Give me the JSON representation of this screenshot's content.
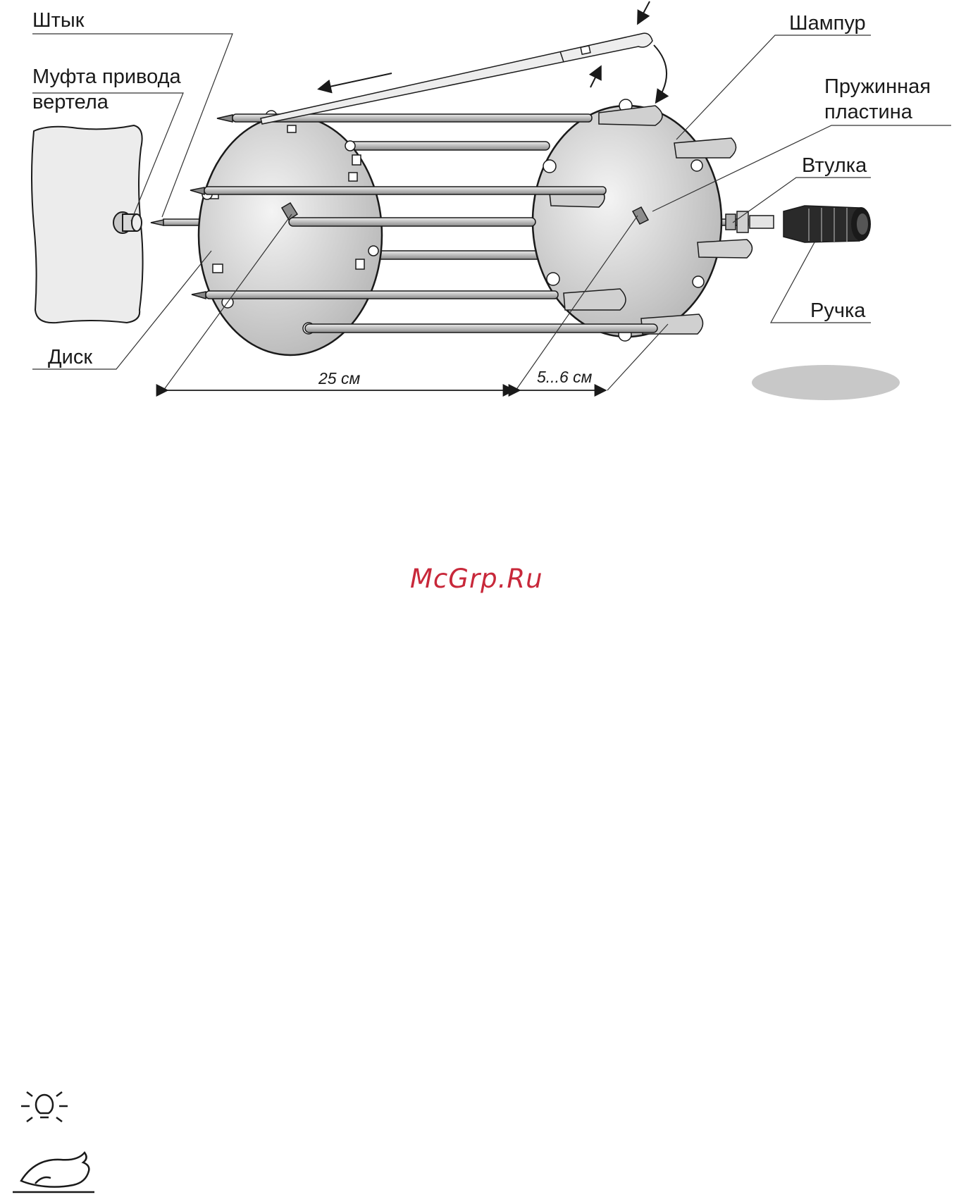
{
  "labels": {
    "shtyk": "Штык",
    "mufta_line1": "Муфта привода",
    "mufta_line2": "вертела",
    "disk": "Диск",
    "shampur": "Шампур",
    "plastina_line1": "Пружинная",
    "plastina_line2": "пластина",
    "vtulka": "Втулка",
    "ruchka": "Ручка"
  },
  "dimensions": {
    "length": "25 см",
    "offset": "5...6 см"
  },
  "watermark": "McGrp.Ru",
  "icons": [
    "lamp-icon",
    "chicken-icon"
  ]
}
